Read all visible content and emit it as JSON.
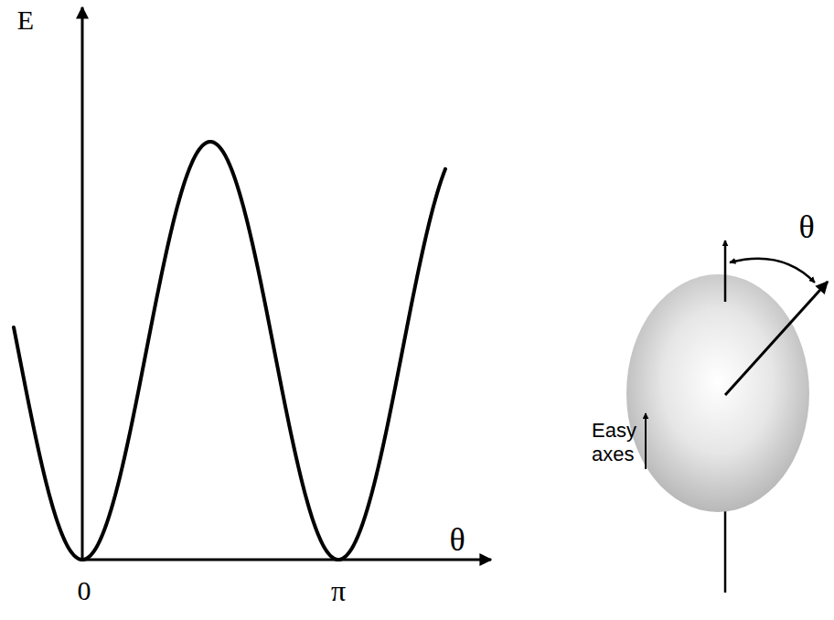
{
  "diagram": {
    "labels": [
      "E",
      "θ",
      "0",
      "π",
      "Easy axes",
      "θ"
    ]
  }
}
